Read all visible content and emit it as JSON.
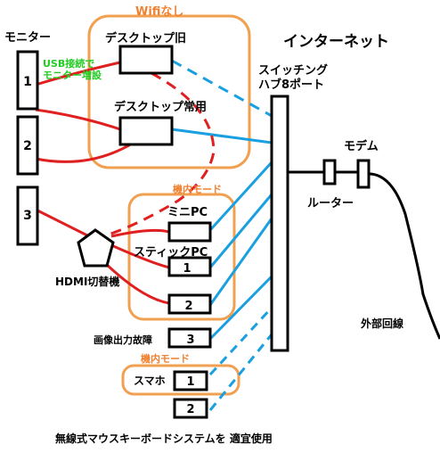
{
  "labels": {
    "monitor_title": "モニター",
    "wifi_none": "Wifiなし",
    "desktop_old": "デスクトップ旧",
    "desktop_main": "デスクトップ常用",
    "usb_note_line1": "USB接続で",
    "usb_note_line2": "モニター増設",
    "internet": "インターネット",
    "switch_line1": "スイッチング",
    "switch_line2": "ハブ8ポート",
    "modem": "モデム",
    "router": "ルーター",
    "inflight_mode_1": "機内モード",
    "mini_pc": "ミニPC",
    "stick_pc": "スティックPC",
    "hdmi_switch": "HDMI切替機",
    "external_line": "外部回線",
    "video_output_fault": "画像出力故障",
    "inflight_mode_2": "機内モード",
    "smartphone": "スマホ",
    "footer_note": "無線式マウスキーボードシステムを 適宜使用"
  },
  "monitors": [
    {
      "number": "1"
    },
    {
      "number": "2"
    },
    {
      "number": "3"
    }
  ],
  "devices": {
    "stick_pc_1": "1",
    "stick_pc_2": "2",
    "device_3": "3",
    "smartphone_1": "1",
    "smartphone_2": "2"
  },
  "colors": {
    "group_outline": "#f0a050",
    "ethernet": "#1aa0e0",
    "hdmi": "#e02020",
    "usb_note": "#22cc22",
    "wifi_label": "#f08030",
    "mode_label": "#f08030"
  }
}
